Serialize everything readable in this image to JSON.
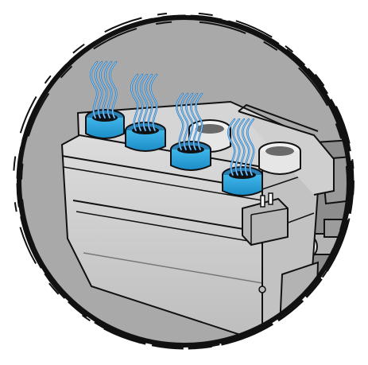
{
  "scene": {
    "description_visible_text": [],
    "colors": {
      "background": "#ffffff",
      "circle_fill": "#a9a9a9",
      "tank_light": "#d6d6d6",
      "tank_mid": "#c3c3c3",
      "tank_dark": "#8a8a8a",
      "cap_blue": "#2aa6de",
      "cap_blue_dark": "#146fa0",
      "steam": "#2f8fd6",
      "hose_orange": "#b05a1c",
      "outline": "#111111"
    },
    "icons": [
      "steam-vapor",
      "blue-filter-cap",
      "white-cap",
      "pipe-fitting",
      "hose"
    ],
    "counts": {
      "blue_caps": 4,
      "white_caps": 2
    }
  }
}
